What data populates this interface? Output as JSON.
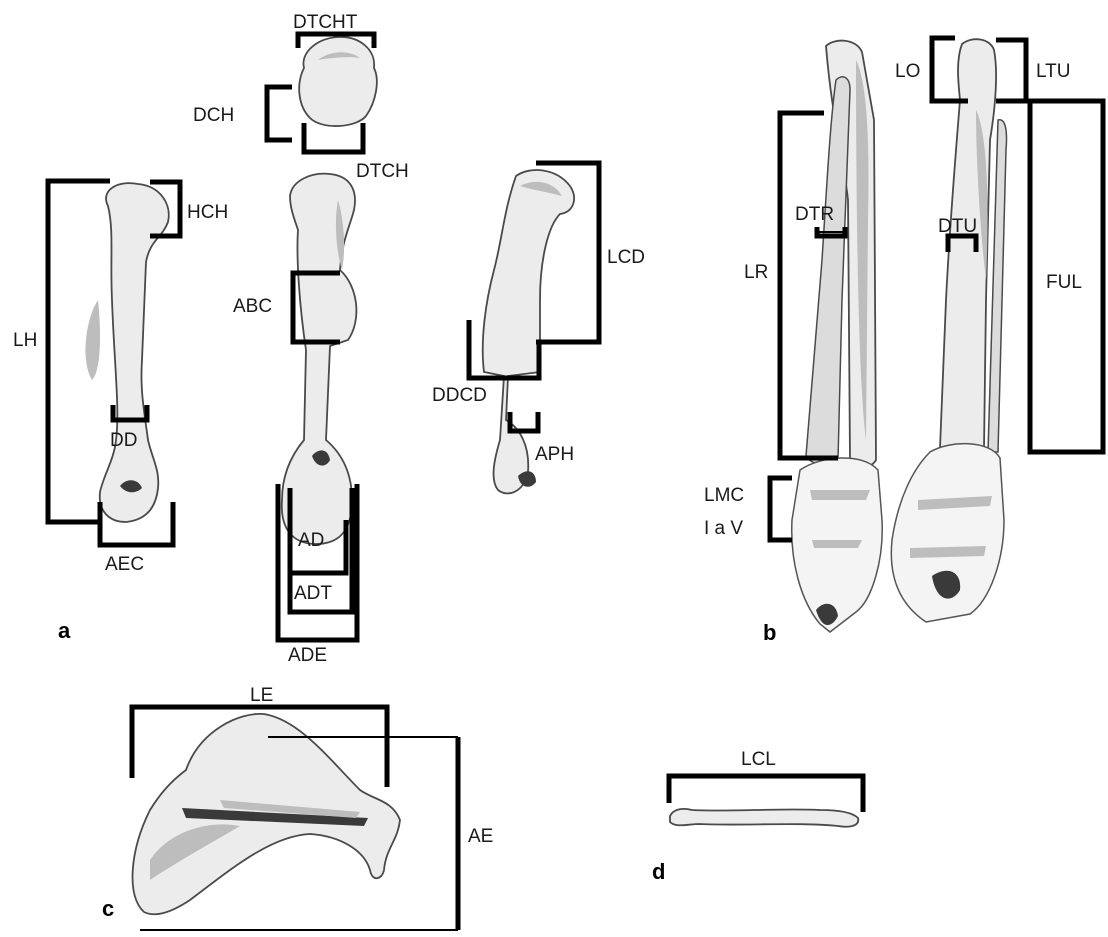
{
  "panels": {
    "a": "a",
    "b": "b",
    "c": "c",
    "d": "d"
  },
  "labels": {
    "dtcht": "DTCHT",
    "dch": "DCH",
    "dtch": "DTCH",
    "hch": "HCH",
    "lh": "LH",
    "dd": "DD",
    "aec": "AEC",
    "abc": "ABC",
    "ad": "AD",
    "adt": "ADT",
    "ade": "ADE",
    "lcd": "LCD",
    "ddcd": "DDCD",
    "aph": "APH",
    "lo": "LO",
    "ltu": "LTU",
    "lr": "LR",
    "dtr": "DTR",
    "dtu": "DTU",
    "ful": "FUL",
    "lmc_1": "LMC",
    "lmc_2": "I a V",
    "le": "LE",
    "ae": "AE",
    "lcl": "LCL"
  }
}
